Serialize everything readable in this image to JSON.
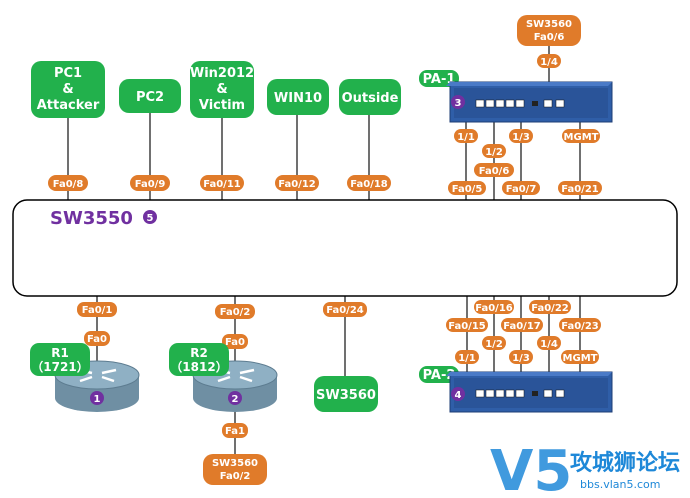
{
  "colors": {
    "host_green": "#22b14c",
    "port_orange": "#e07b2a",
    "switch_border": "#000000",
    "sw_title": "#7030a0",
    "firewall_blue": "#2f5ea8",
    "watermark_blue": "#1e88d8"
  },
  "switch": {
    "name": "SW3550",
    "badge": "5"
  },
  "hosts": [
    {
      "id": "pc1",
      "lines": [
        "PC1",
        "&",
        "Attacker"
      ],
      "port": "Fa0/8"
    },
    {
      "id": "pc2",
      "lines": [
        "PC2"
      ],
      "port": "Fa0/9"
    },
    {
      "id": "win2012",
      "lines": [
        "Win2012",
        "&",
        "Victim"
      ],
      "port": "Fa0/11"
    },
    {
      "id": "win10",
      "lines": [
        "WIN10"
      ],
      "port": "Fa0/12"
    },
    {
      "id": "outside",
      "lines": [
        "Outside"
      ],
      "port": "Fa0/18"
    }
  ],
  "pa1": {
    "label": "PA-1",
    "badge": "3",
    "top_switch": {
      "lines": [
        "SW3560",
        "Fa0/6"
      ],
      "link_port": "1/4"
    },
    "ports": [
      "1/1",
      "1/2",
      "1/3",
      "MGMT"
    ],
    "switch_ports": [
      "Fa0/5",
      "Fa0/6",
      "Fa0/7",
      "Fa0/21"
    ]
  },
  "pa2": {
    "label": "PA-2",
    "badge": "4",
    "switch_ports": [
      "Fa0/15",
      "Fa0/16",
      "Fa0/17",
      "Fa0/22",
      "Fa0/23"
    ],
    "ports": [
      "1/1",
      "1/2",
      "1/3",
      "1/4",
      "MGMT"
    ]
  },
  "routers": [
    {
      "id": "r1",
      "lines": [
        "R1",
        "（1721）"
      ],
      "badge": "1",
      "switch_port": "Fa0/1",
      "port": "Fa0"
    },
    {
      "id": "r2",
      "lines": [
        "R2",
        "（1812）"
      ],
      "badge": "2",
      "switch_port": "Fa0/2",
      "port": "Fa0",
      "bottom_port": "Fa1",
      "bottom_switch": [
        "SW3560",
        "Fa0/2"
      ]
    }
  ],
  "sw3560_bottom": {
    "label": "SW3560",
    "port": "Fa0/24"
  },
  "watermark": {
    "cn": "攻城狮论坛",
    "url": "bbs.vlan5.com",
    "logo": "V5"
  }
}
